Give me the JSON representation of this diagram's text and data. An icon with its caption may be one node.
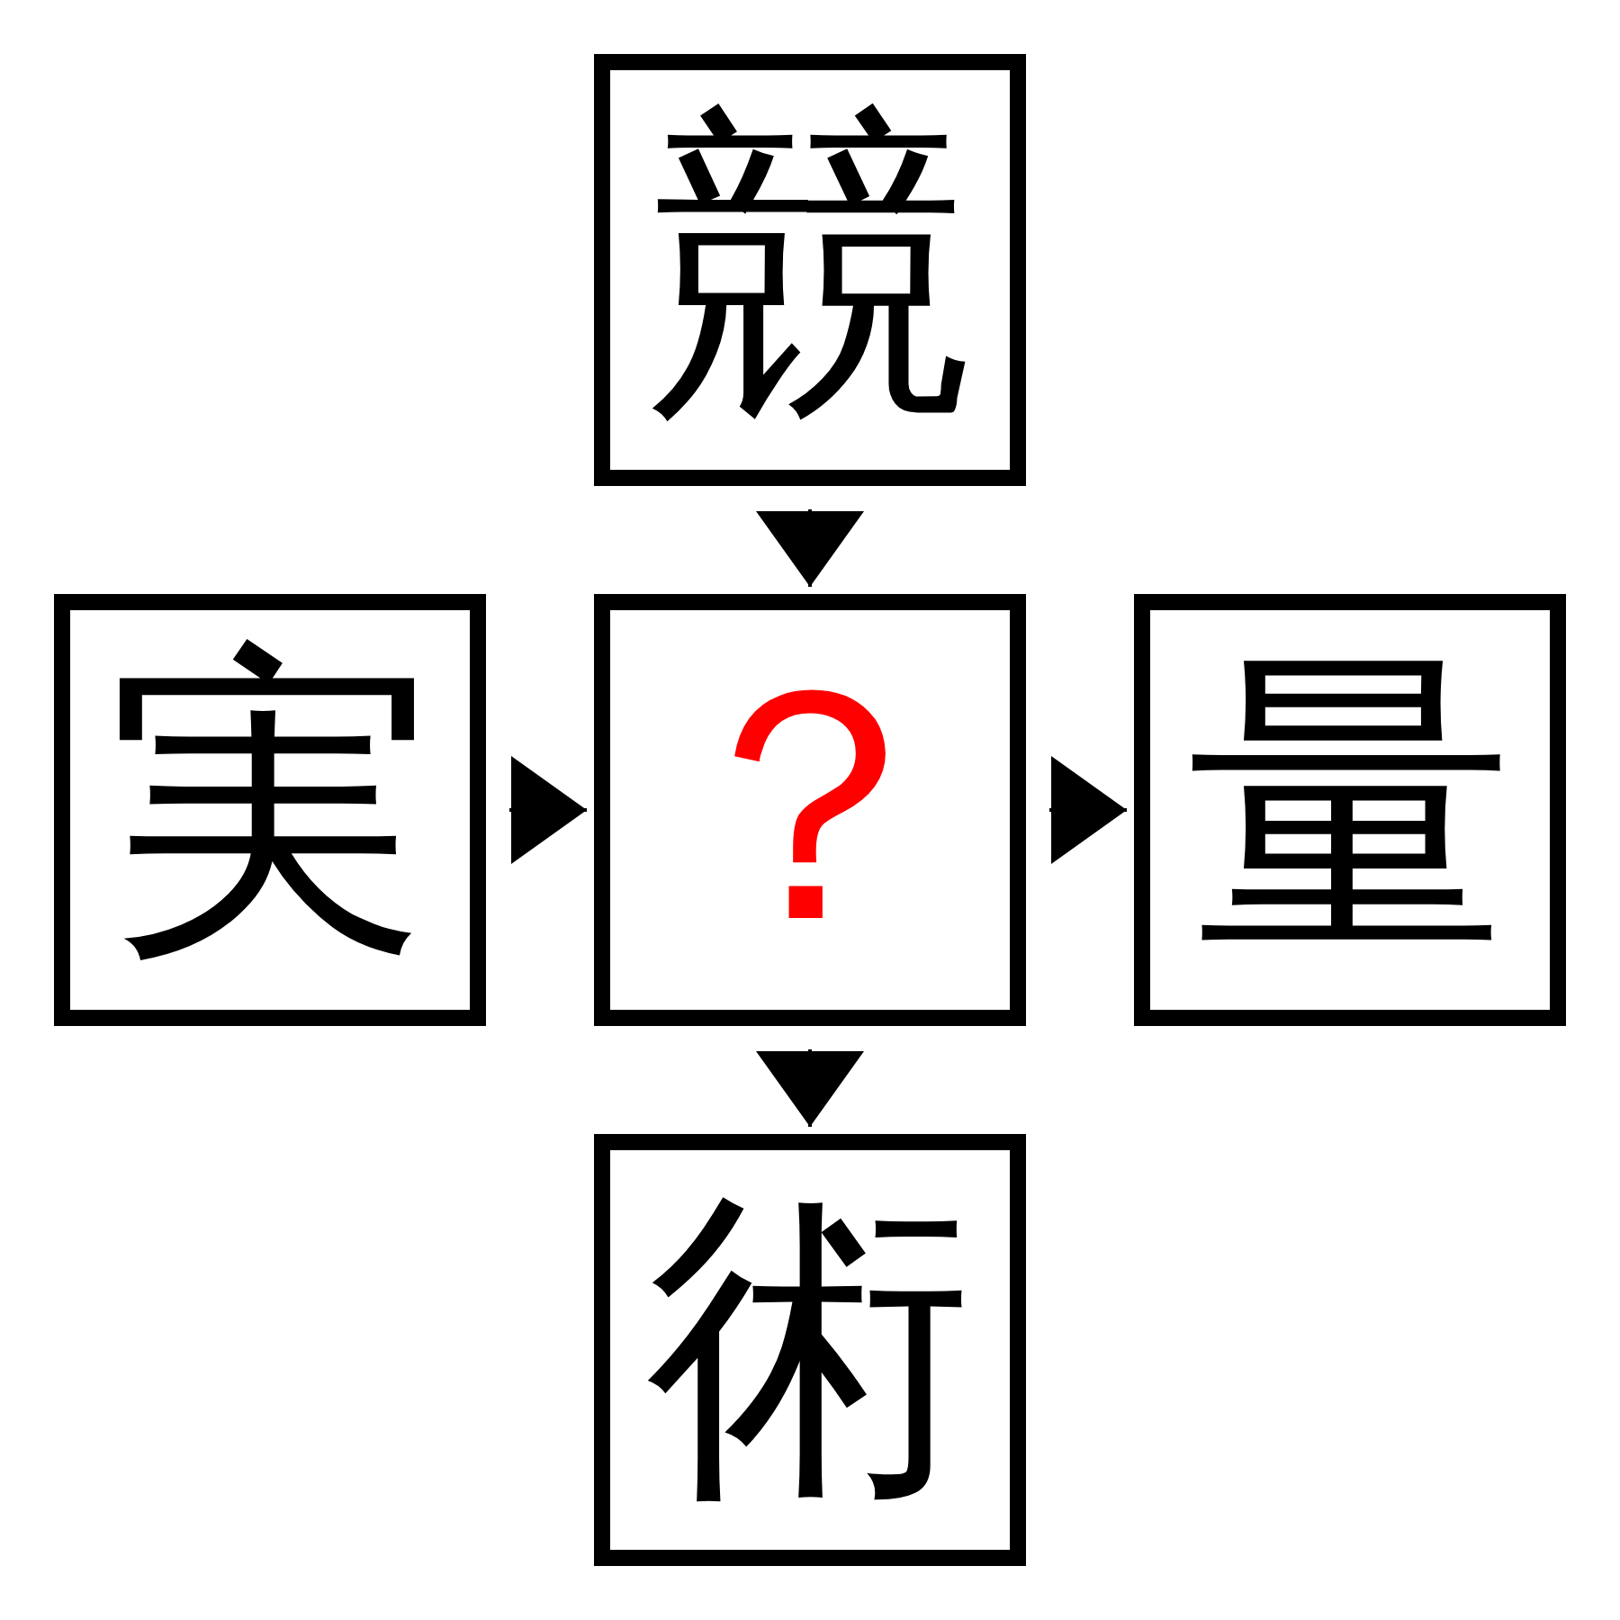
{
  "diagram": {
    "nodes": [
      {
        "text": [
          "競"
        ]
      },
      {
        "text": [
          "実"
        ]
      },
      {
        "text": [
          "？"
        ]
      },
      {
        "text": [
          "量"
        ]
      },
      {
        "text": [
          "術"
        ]
      }
    ],
    "edges": [
      {
        "from": 0,
        "to": 2,
        "arrow": "to"
      },
      {
        "from": 1,
        "to": 2,
        "arrow": "to"
      },
      {
        "from": 2,
        "to": 3,
        "arrow": "to"
      },
      {
        "from": 2,
        "to": 4,
        "arrow": "to"
      }
    ]
  }
}
